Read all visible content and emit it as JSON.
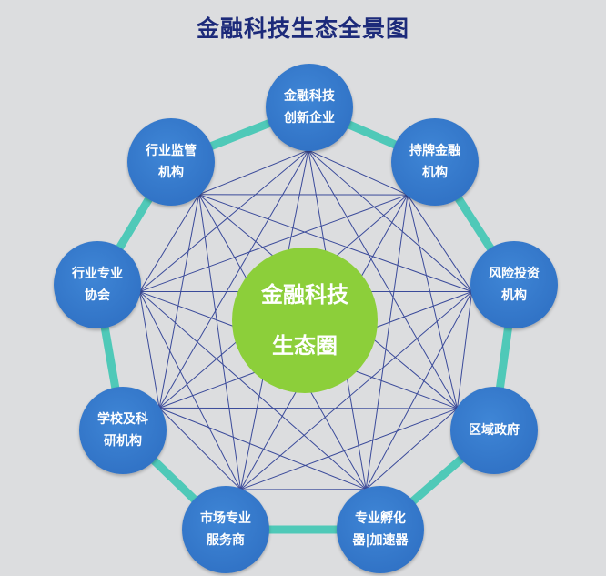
{
  "title": "金融科技生态全景图",
  "center": {
    "line1": "金融科技",
    "line2": "生态圈"
  },
  "nodes": [
    {
      "line1": "金融科技",
      "line2": "创新企业"
    },
    {
      "line1": "持牌金融",
      "line2": "机构"
    },
    {
      "line1": "风险投资",
      "line2": "机构"
    },
    {
      "line1": "区域政府",
      "line2": ""
    },
    {
      "line1": "专业孵化",
      "line2": "器|加速器"
    },
    {
      "line1": "市场专业",
      "line2": "服务商"
    },
    {
      "line1": "学校及科",
      "line2": "研机构"
    },
    {
      "line1": "行业专业",
      "line2": "协会"
    },
    {
      "line1": "行业监管",
      "line2": "机构"
    }
  ],
  "colors": {
    "node": "#2f70c4",
    "center": "#8ccf3a",
    "ring": "#4fc9b8",
    "lines": "#3a4a9a",
    "title": "#1c2a7a"
  }
}
